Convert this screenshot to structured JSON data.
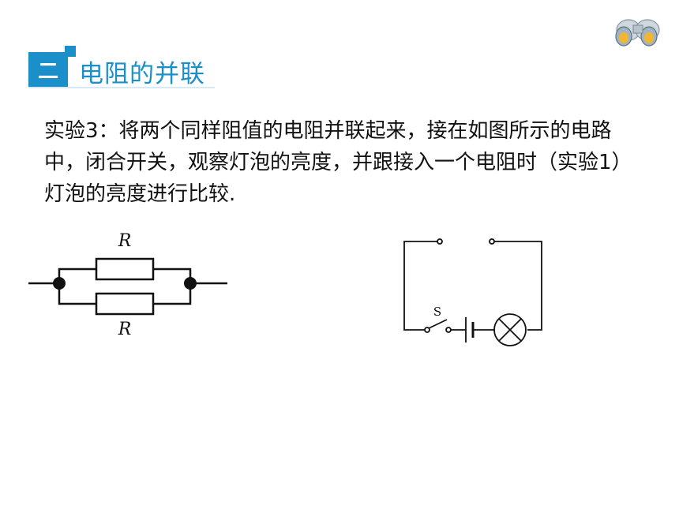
{
  "header": {
    "section_number": "二",
    "title": "电阻的并联"
  },
  "body": {
    "text": "实验3：将两个同样阻值的电阻并联起来，接在如图所示的电路中，闭合开关，观察灯泡的亮度，并跟接入一个电阻时（实验1）灯泡的亮度进行比较."
  },
  "parallel_diagram": {
    "resistor_top_label": "R",
    "resistor_bottom_label": "R"
  },
  "circuit_diagram": {
    "switch_label": "S"
  },
  "colors": {
    "accent": "#1a8fc9"
  },
  "icons": {
    "corner": "binoculars-icon"
  }
}
